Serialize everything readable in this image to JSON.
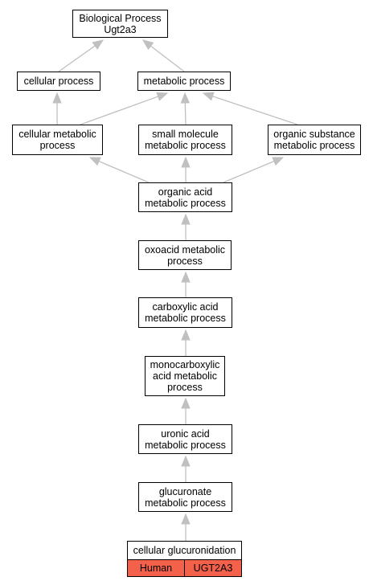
{
  "nodes": {
    "root": "Biological Process\nUgt2a3",
    "cellular_process": "cellular process",
    "metabolic_process": "metabolic process",
    "cellular_metabolic": "cellular metabolic\nprocess",
    "small_molecule": "small molecule\nmetabolic process",
    "organic_substance": "organic substance\nmetabolic process",
    "organic_acid": "organic acid\nmetabolic process",
    "oxoacid": "oxoacid metabolic\nprocess",
    "carboxylic_acid": "carboxylic acid\nmetabolic process",
    "monocarboxylic": "monocarboxylic\nacid metabolic\nprocess",
    "uronic_acid": "uronic acid\nmetabolic process",
    "glucuronate": "glucuronate\nmetabolic process"
  },
  "leaf": {
    "title": "cellular glucuronidation",
    "species": "Human",
    "gene": "UGT2A3",
    "highlight_color": "#f4614a"
  },
  "edge_color": "#c0c0c0"
}
